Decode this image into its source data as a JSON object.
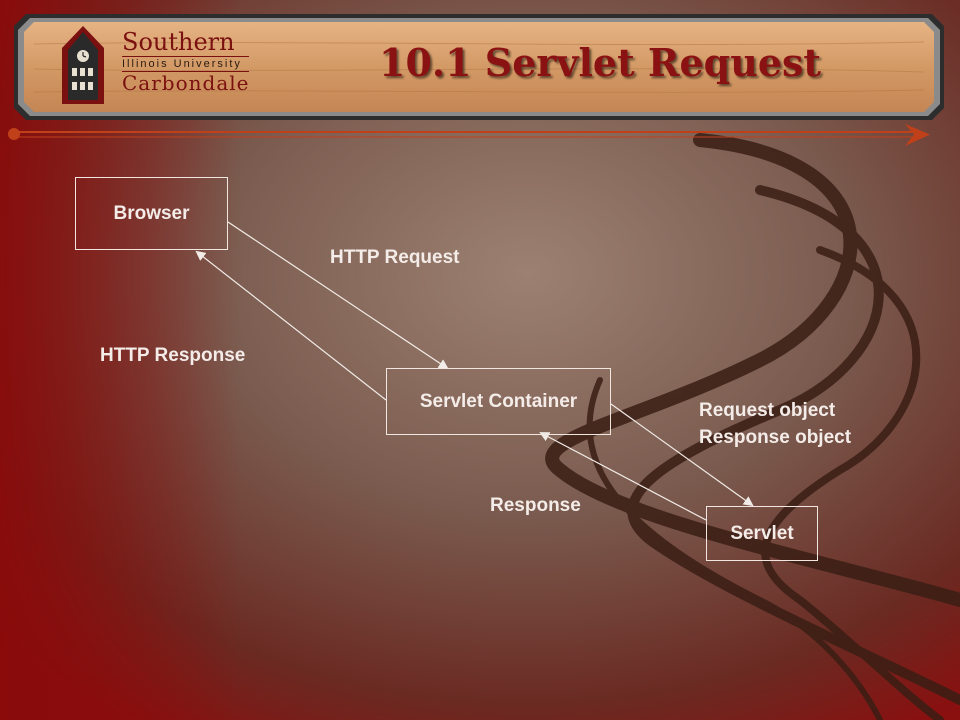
{
  "slide": {
    "title": "10.1 Servlet Request"
  },
  "logo": {
    "line1": "Southern",
    "line2": "Illinois University",
    "line3": "Carbondale"
  },
  "nodes": {
    "browser": "Browser",
    "container": "Servlet Container",
    "servlet": "Servlet"
  },
  "edges": {
    "http_request": "HTTP Request",
    "http_response": "HTTP Response",
    "request_object": "Request object",
    "response_object": "Response object",
    "response": "Response"
  },
  "colors": {
    "title": "#8a1212",
    "banner_wood": "#d9a070",
    "accent_line": "#c0401a"
  }
}
